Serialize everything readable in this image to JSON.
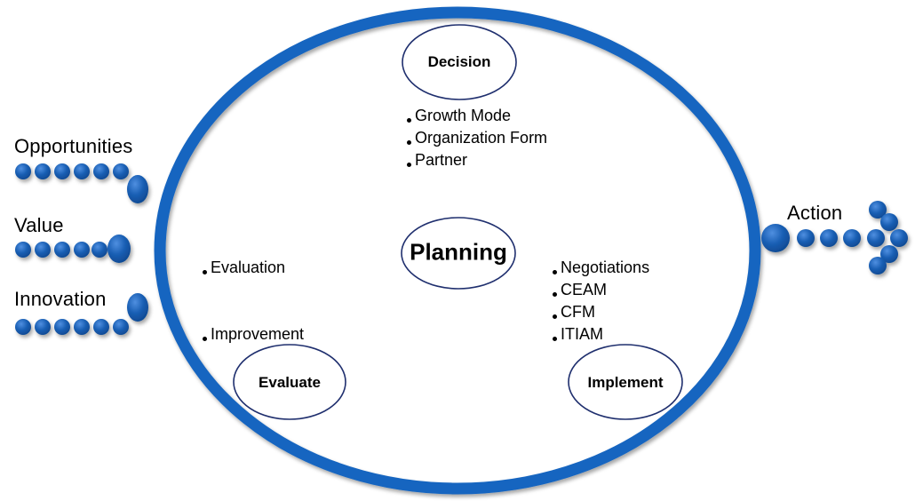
{
  "colors": {
    "ring": "#1565c0",
    "dot": "#1a5fb4",
    "node_stroke": "#1f2f6e"
  },
  "inputs": {
    "opportunities": "Opportunities",
    "value": "Value",
    "innovation": "Innovation"
  },
  "output": {
    "action": "Action"
  },
  "cycle": {
    "center": "Planning",
    "decision": {
      "label": "Decision",
      "items": [
        "Growth Mode",
        "Organization Form",
        "Partner"
      ]
    },
    "implement": {
      "label": "Implement",
      "items": [
        "Negotiations",
        "CEAM",
        "CFM",
        "ITIAM"
      ]
    },
    "evaluate": {
      "label": "Evaluate",
      "items": [
        "Evaluation",
        "Improvement"
      ]
    }
  }
}
